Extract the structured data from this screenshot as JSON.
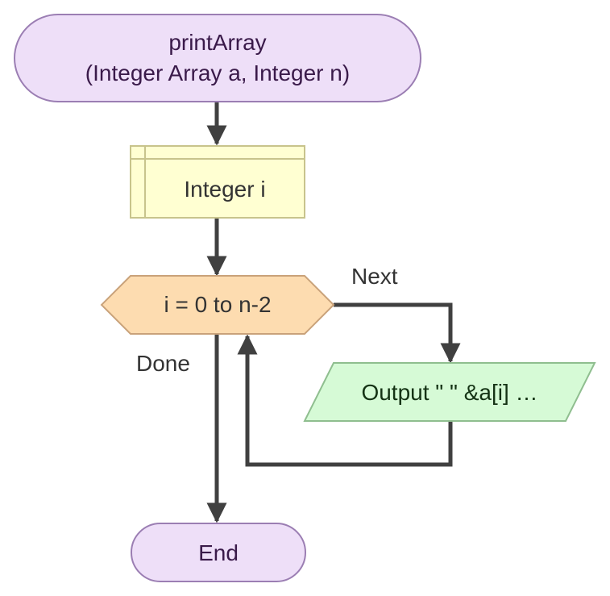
{
  "colors": {
    "terminal_fill": "#eedff8",
    "terminal_stroke": "#9b7eb3",
    "declare_fill": "#ffffd2",
    "declare_stroke": "#c8c48c",
    "loop_fill": "#fddcb0",
    "loop_stroke": "#c9a27a",
    "output_fill": "#d6fad6",
    "output_stroke": "#8fbe8f",
    "connector": "#404040",
    "text_dark": "#3a1a4a",
    "text_green": "#143214",
    "text_label": "#333333"
  },
  "nodes": {
    "start": {
      "line1": "printArray",
      "line2": "(Integer Array a, Integer n)"
    },
    "declare": {
      "text": "Integer i"
    },
    "loop": {
      "text": "i = 0 to n-2"
    },
    "output": {
      "text": "Output \" \" &a[i] …"
    },
    "end": {
      "text": "End"
    }
  },
  "edge_labels": {
    "next": "Next",
    "done": "Done"
  }
}
